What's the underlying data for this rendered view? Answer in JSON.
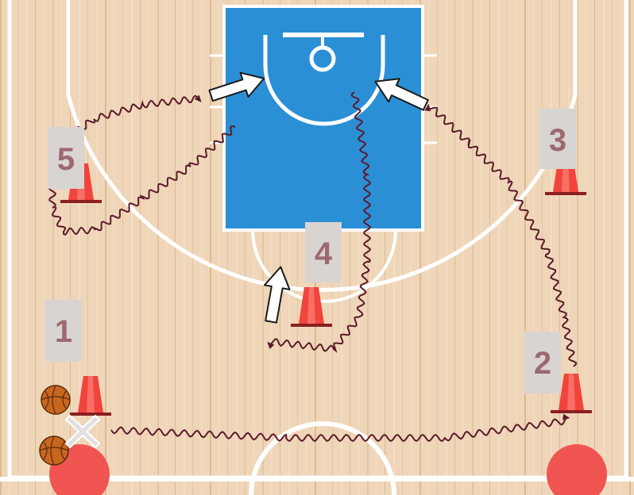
{
  "diagram": {
    "colors": {
      "floor_base": "#efd6b9",
      "floor_stripe_dark": "#d9b78f",
      "floor_stripe_light": "#f7e6d0",
      "paint": "#2b8fd6",
      "court_lines": "#ffffff",
      "dribble_path": "#5b1a2a",
      "cone": "#f0443c",
      "cone_base": "#8b1f22",
      "spot": "#f05552",
      "label_bg": "#d8d4d2",
      "label_text": "#9c6a6e",
      "ball": "#c8661f",
      "player_x": "#e0e0e0",
      "arrow_fill": "#ffffff",
      "arrow_stroke": "#1a1a1a"
    },
    "stations": [
      {
        "number": "1"
      },
      {
        "number": "2"
      },
      {
        "number": "3"
      },
      {
        "number": "4"
      },
      {
        "number": "5"
      }
    ],
    "icons": [
      "cone-icon",
      "basketball-icon",
      "player-x-icon",
      "cut-arrow-icon",
      "floor-spot-icon"
    ]
  }
}
